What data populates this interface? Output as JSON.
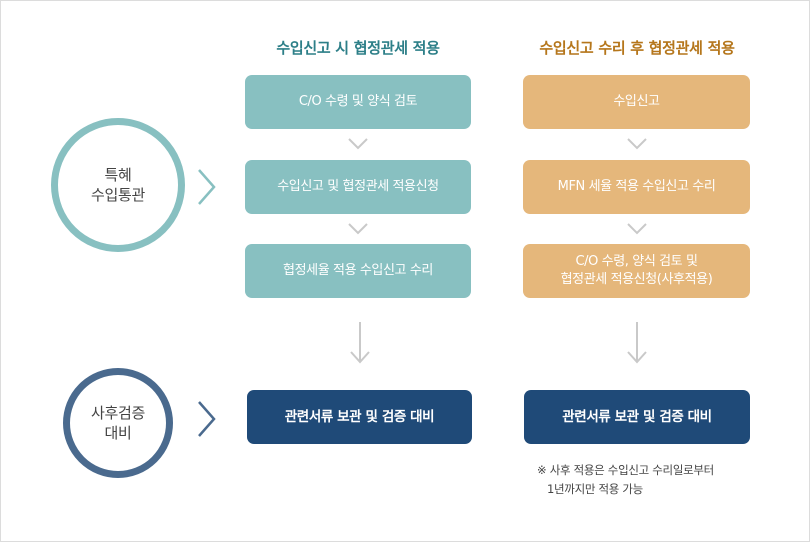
{
  "left_column_title": "수입신고 시 협정관세 적용",
  "right_column_title": "수입신고 수리 후 협정관세 적용",
  "circle_special": {
    "line1": "특혜",
    "line2": "수입통관"
  },
  "circle_post": {
    "line1": "사후검증",
    "line2": "대비"
  },
  "left_steps": [
    "C/O 수령 및 양식 검토",
    "수입신고 및 협정관세 적용신청",
    "협정세율 적용 수입신고 수리"
  ],
  "right_steps": [
    "수입신고",
    "MFN 세율 적용 수입신고 수리",
    "C/O 수령, 양식 검토 및",
    "협정관세 적용신청(사후적용)"
  ],
  "left_final": "관련서류 보관 및 검증 대비",
  "right_final": "관련서류 보관 및 검증 대비",
  "note": {
    "line1": "※ 사후 적용은 수입신고 수리일로부터",
    "line2": "1년까지만 적용 가능"
  },
  "colors": {
    "teal": "#88c0c1",
    "orange": "#e5b77b",
    "navy": "#1f4a78",
    "teal_text": "#2d7f88",
    "orange_text": "#b5761b"
  }
}
